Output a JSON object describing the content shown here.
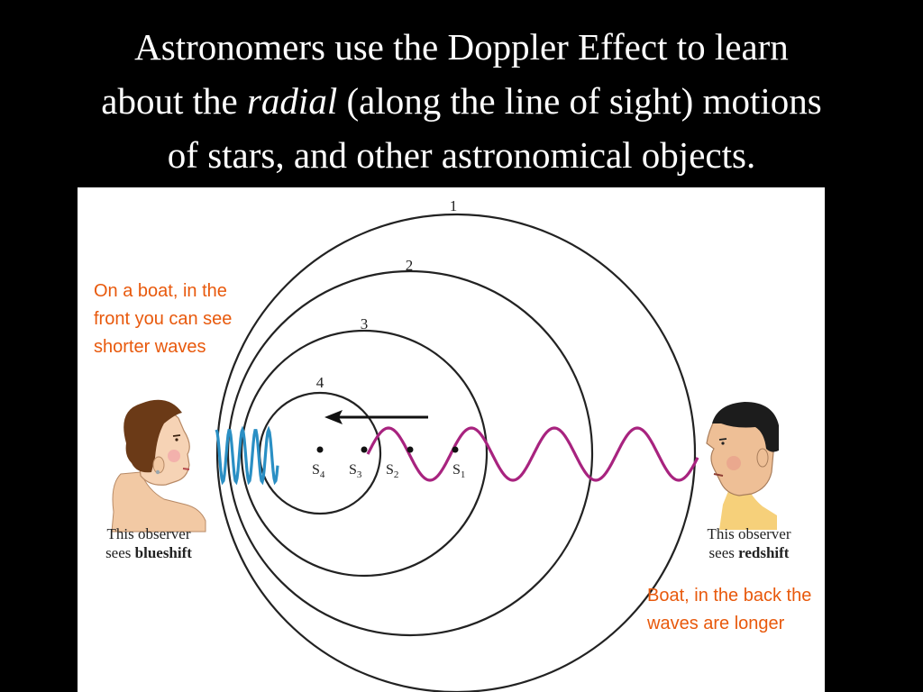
{
  "title": {
    "line1": "Astronomers use the Doppler Effect to learn",
    "line2_pre": "about the ",
    "line2_em": "radial",
    "line2_post": " (along the line of sight) motions",
    "line3": "of stars, and other astronomical objects."
  },
  "diagram": {
    "wavefront_labels": [
      "1",
      "2",
      "3",
      "4"
    ],
    "source_labels": [
      "4",
      "3",
      "2",
      "1"
    ],
    "source_prefix": "S",
    "annotations": {
      "front": "On a boat, in the front you can see shorter waves",
      "back": "Boat, in the back the waves are longer"
    },
    "observer_left": {
      "line1": "This observer",
      "line2_pre": "sees ",
      "line2_bold": "blueshift"
    },
    "observer_right": {
      "line1": "This observer",
      "line2_pre": "sees ",
      "line2_bold": "redshift"
    }
  },
  "colors": {
    "background": "#000000",
    "panel": "#ffffff",
    "annotation": "#e8590c",
    "blue_wave": "#2a8fc4",
    "red_wave": "#a8237f",
    "wavefront": "#222222"
  }
}
